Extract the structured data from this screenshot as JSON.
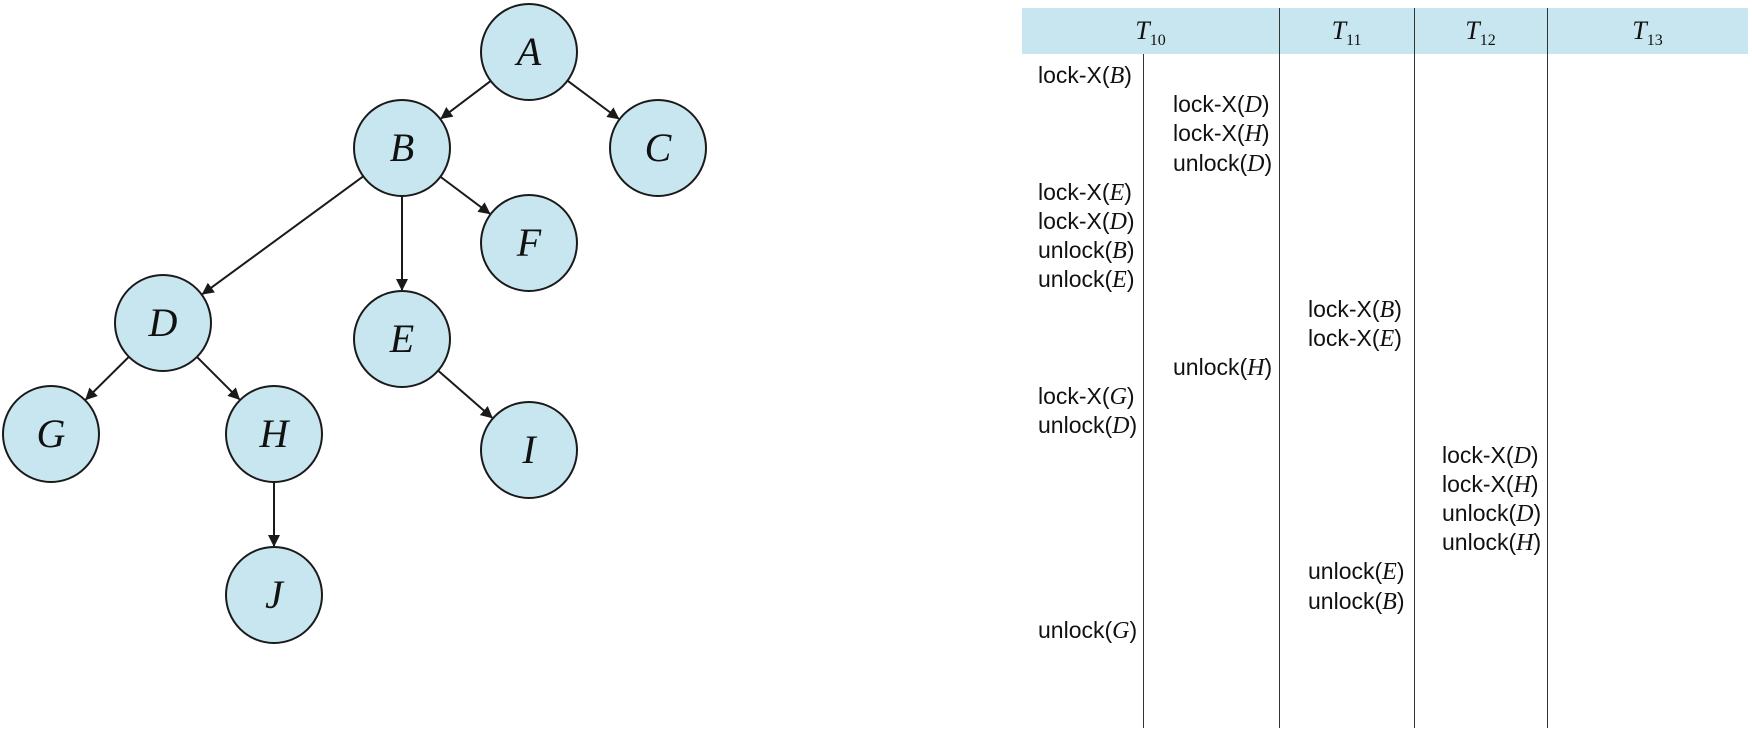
{
  "tree": {
    "nodes": [
      {
        "id": "A",
        "label": "A"
      },
      {
        "id": "B",
        "label": "B"
      },
      {
        "id": "C",
        "label": "C"
      },
      {
        "id": "D",
        "label": "D"
      },
      {
        "id": "E",
        "label": "E"
      },
      {
        "id": "F",
        "label": "F"
      },
      {
        "id": "G",
        "label": "G"
      },
      {
        "id": "H",
        "label": "H"
      },
      {
        "id": "I",
        "label": "I"
      },
      {
        "id": "J",
        "label": "J"
      }
    ],
    "edges": [
      {
        "from": "A",
        "to": "B"
      },
      {
        "from": "A",
        "to": "C"
      },
      {
        "from": "B",
        "to": "D"
      },
      {
        "from": "B",
        "to": "E"
      },
      {
        "from": "B",
        "to": "F"
      },
      {
        "from": "D",
        "to": "G"
      },
      {
        "from": "D",
        "to": "H"
      },
      {
        "from": "E",
        "to": "I"
      },
      {
        "from": "H",
        "to": "J"
      }
    ],
    "colors": {
      "node_fill": "#c8e6ef",
      "stroke": "#1a1a1a"
    }
  },
  "schedule": {
    "header_color": "#c8e6ef",
    "columns": [
      {
        "base": "T",
        "sub": "10"
      },
      {
        "base": "T",
        "sub": "11"
      },
      {
        "base": "T",
        "sub": "12"
      },
      {
        "base": "T",
        "sub": "13"
      }
    ],
    "steps": [
      {
        "col": 0,
        "op": "lock-X(",
        "arg": "B",
        "close": ")"
      },
      {
        "col": 1,
        "op": "lock-X(",
        "arg": "D",
        "close": ")"
      },
      {
        "col": 1,
        "op": "lock-X(",
        "arg": "H",
        "close": ")"
      },
      {
        "col": 1,
        "op": "unlock(",
        "arg": "D",
        "close": ")"
      },
      {
        "col": 0,
        "op": "lock-X(",
        "arg": "E",
        "close": ")"
      },
      {
        "col": 0,
        "op": "lock-X(",
        "arg": "D",
        "close": ")"
      },
      {
        "col": 0,
        "op": "unlock(",
        "arg": "B",
        "close": ")"
      },
      {
        "col": 0,
        "op": "unlock(",
        "arg": "E",
        "close": ")"
      },
      {
        "col": 2,
        "op": "lock-X(",
        "arg": "B",
        "close": ")"
      },
      {
        "col": 2,
        "op": "lock-X(",
        "arg": "E",
        "close": ")"
      },
      {
        "col": 1,
        "op": "unlock(",
        "arg": "H",
        "close": ")"
      },
      {
        "col": 0,
        "op": "lock-X(",
        "arg": "G",
        "close": ")"
      },
      {
        "col": 0,
        "op": "unlock(",
        "arg": "D",
        "close": ")"
      },
      {
        "col": 3,
        "op": "lock-X(",
        "arg": "D",
        "close": ")"
      },
      {
        "col": 3,
        "op": "lock-X(",
        "arg": "H",
        "close": ")"
      },
      {
        "col": 3,
        "op": "unlock(",
        "arg": "D",
        "close": ")"
      },
      {
        "col": 3,
        "op": "unlock(",
        "arg": "H",
        "close": ")"
      },
      {
        "col": 2,
        "op": "unlock(",
        "arg": "E",
        "close": ")"
      },
      {
        "col": 2,
        "op": "unlock(",
        "arg": "B",
        "close": ")"
      },
      {
        "col": 0,
        "op": "unlock(",
        "arg": "G",
        "close": ")"
      }
    ]
  }
}
